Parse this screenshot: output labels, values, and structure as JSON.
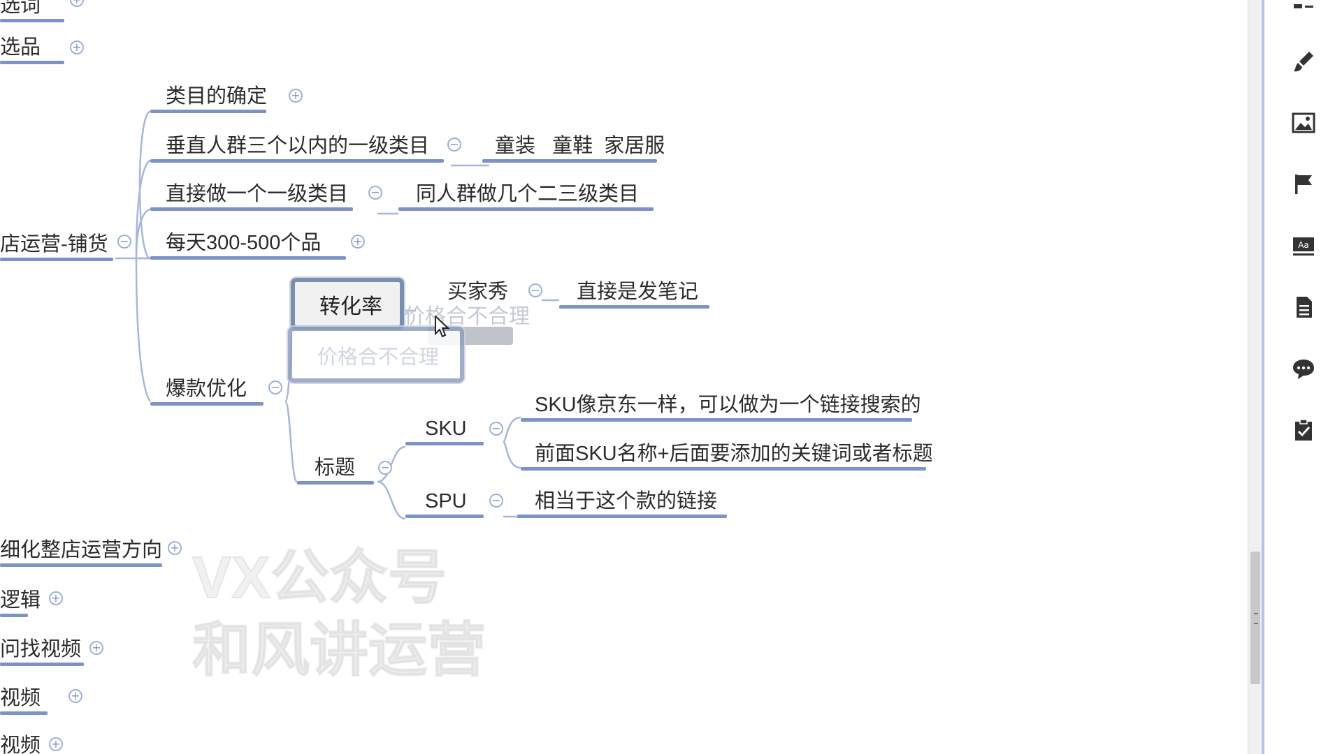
{
  "mindmap": {
    "left_branches": [
      {
        "label": "选词",
        "toggle": "+"
      },
      {
        "label": "选品",
        "toggle": "+"
      },
      {
        "label": "店运营-铺货",
        "toggle": "−"
      },
      {
        "label": "细化整店运营方向",
        "toggle": "+"
      },
      {
        "label": "逻辑",
        "toggle": "+"
      },
      {
        "label": "问找视频",
        "toggle": "+"
      },
      {
        "label": "视频",
        "toggle": "+"
      },
      {
        "label": "视频",
        "toggle": "+"
      }
    ],
    "store_children": [
      {
        "label": "类目的确定",
        "toggle": "+"
      },
      {
        "label": "垂直人群三个以内的一级类目",
        "toggle": "−",
        "child": "童装   童鞋  家居服"
      },
      {
        "label": "直接做一个一级类目",
        "toggle": "−",
        "child": "同人群做几个二三级类目"
      },
      {
        "label": "每天300-500个品",
        "toggle": "+"
      },
      {
        "label": "爆款优化",
        "toggle": "−"
      }
    ],
    "hot_item": {
      "conversion": {
        "label": "转化率",
        "ghost_label": "价格合不合理",
        "editing_text": "价格合不合理"
      },
      "buyer_show": {
        "label": "买家秀",
        "toggle": "−",
        "child": "直接是发笔记"
      },
      "title": {
        "label": "标题",
        "toggle": "−",
        "sku": {
          "label": "SKU",
          "toggle": "−",
          "children": [
            "SKU像京东一样，可以做为一个链接搜索的",
            "前面SKU名称+后面要添加的关键词或者标题"
          ]
        },
        "spu": {
          "label": "SPU",
          "toggle": "−",
          "children": [
            "相当于这个款的链接"
          ]
        }
      }
    }
  },
  "watermark": {
    "line1": "VX公众号",
    "line2": "和风讲运营"
  },
  "sidebar_icons": [
    "outline-icon",
    "brush-icon",
    "image-icon",
    "flag-icon",
    "text-style-icon",
    "document-icon",
    "comment-icon",
    "task-icon"
  ],
  "colors": {
    "underline": "#7c92c8",
    "link": "#a8b6d9",
    "sidebar_border": "#b5c3e4"
  }
}
